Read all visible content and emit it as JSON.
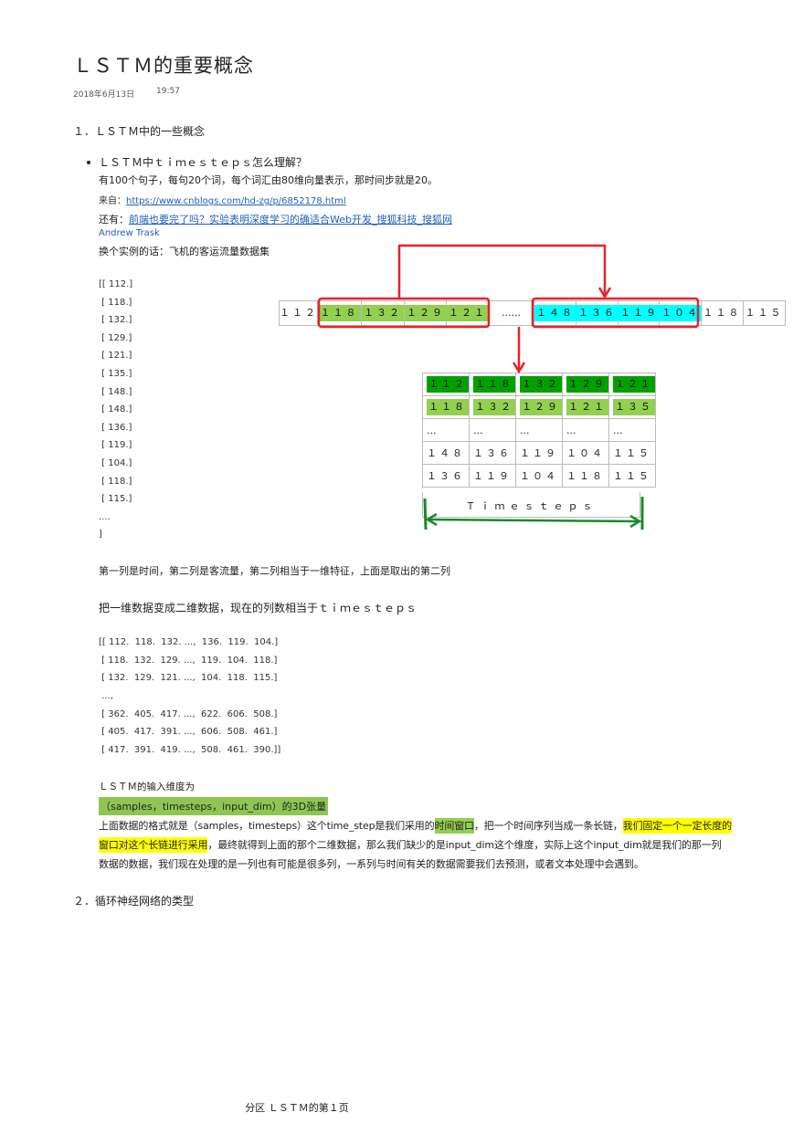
{
  "title": "ＬＳＴＭ的重要概念",
  "date": "2018年6月13日",
  "time": "19:57",
  "section1": "１．ＬＳＴＭ中的一些概念",
  "bullet_q": "ＬＳＴＭ中ｔｉｍｅｓｔｅｐｓ怎么理解？",
  "line1": "有100个句子，每句20个词，每个词汇由80维向量表示，那时间步就是20。",
  "from_label": "来自：",
  "from_link": "https://www.cnblogs.com/hd-zg/p/6852178.html",
  "also_label": "还有：",
  "also_link": "前端也要完了吗？实验表明深度学习的确适合Web开发_搜狐科技_搜狐网",
  "author": "Andrew Trask",
  "example_line": "换个实例的话：飞机的客运流量数据集",
  "list1": [
    "[[ 112.]",
    " [ 118.]",
    " [ 132.]",
    " [ 129.]",
    " [ 121.]",
    " [ 135.]",
    " [ 148.]",
    " [ 148.]",
    " [ 136.]",
    " [ 119.]",
    " [ 104.]",
    " [ 118.]",
    " [ 115.]",
    "....",
    "]"
  ],
  "seq": [
    "１１２",
    "１１８",
    "１３２",
    "１２９",
    "１２１",
    "......",
    "１４８",
    "１３６",
    "１１９",
    "１０４",
    "１１８",
    "１１５"
  ],
  "matrix": [
    [
      "１１２",
      "１１８",
      "１３２",
      "１２９",
      "１２１"
    ],
    [
      "１１８",
      "１３２",
      "１２９",
      "１２１",
      "１３５"
    ],
    [
      "...",
      "...",
      "...",
      "...",
      "..."
    ],
    [
      "１４８",
      "１３６",
      "１１９",
      "１０４",
      "１１５"
    ],
    [
      "１３６",
      "１１９",
      "１０４",
      "１１８",
      "１１５"
    ]
  ],
  "timesteps_label": "Ｔｉｍｅｓｔｅｐｓ",
  "para1": "第一列是时间，第二列是客流量，第二列相当于一维特征，上面是取出的第二列",
  "para2": "把一维数据变成二维数据，现在的列数相当于ｔｉｍｅｓｔｅｐｓ",
  "list2": [
    "[[ 112.  118.  132. ...,  136.  119.  104.]",
    " [ 118.  132.  129. ...,  119.  104.  118.]",
    " [ 132.  129.  121. ...,  104.  118.  115.]",
    " ...,",
    " [ 362.  405.  417. ...,  622.  606.  508.]",
    " [ 405.  417.  391. ...,  606.  508.  461.]",
    " [ 417.  391.  419. ...,  508.  461.  390.]]"
  ],
  "input_dim_label": "ＬＳＴＭ的输入维度为",
  "input_dim_value": "（samples，timesteps，input_dim）的3D张量",
  "para3": {
    "a": "上面数据的格式就是（samples，timesteps）这个time_step是我们采用的",
    "b": "时间窗口",
    "c": "，把一个时间序列当成一条长链，",
    "d": "我们固定一个一定长度的",
    "e": "窗口对这个长链进行采用",
    "f": "，最终就得到上面的那个二维数据，那么我们缺少的是input_dim这个维度，实际上这个input_dim就是我们的那一列",
    "g": "数据的数据，我们现在处理的是一列也有可能是很多列，一系列与时间有关的数据需要我们去预测，或者文本处理中会遇到。"
  },
  "section2": "２．循环神经网络的类型",
  "footer": "分区 ＬＳＴＭ的第１页",
  "colors": {
    "dark_green": "#00a000",
    "light_green": "#92d050",
    "cyan": "#00ffff",
    "red": "#e8202a",
    "arrow_green": "#1a8a2a",
    "yellow": "#ffff00"
  }
}
